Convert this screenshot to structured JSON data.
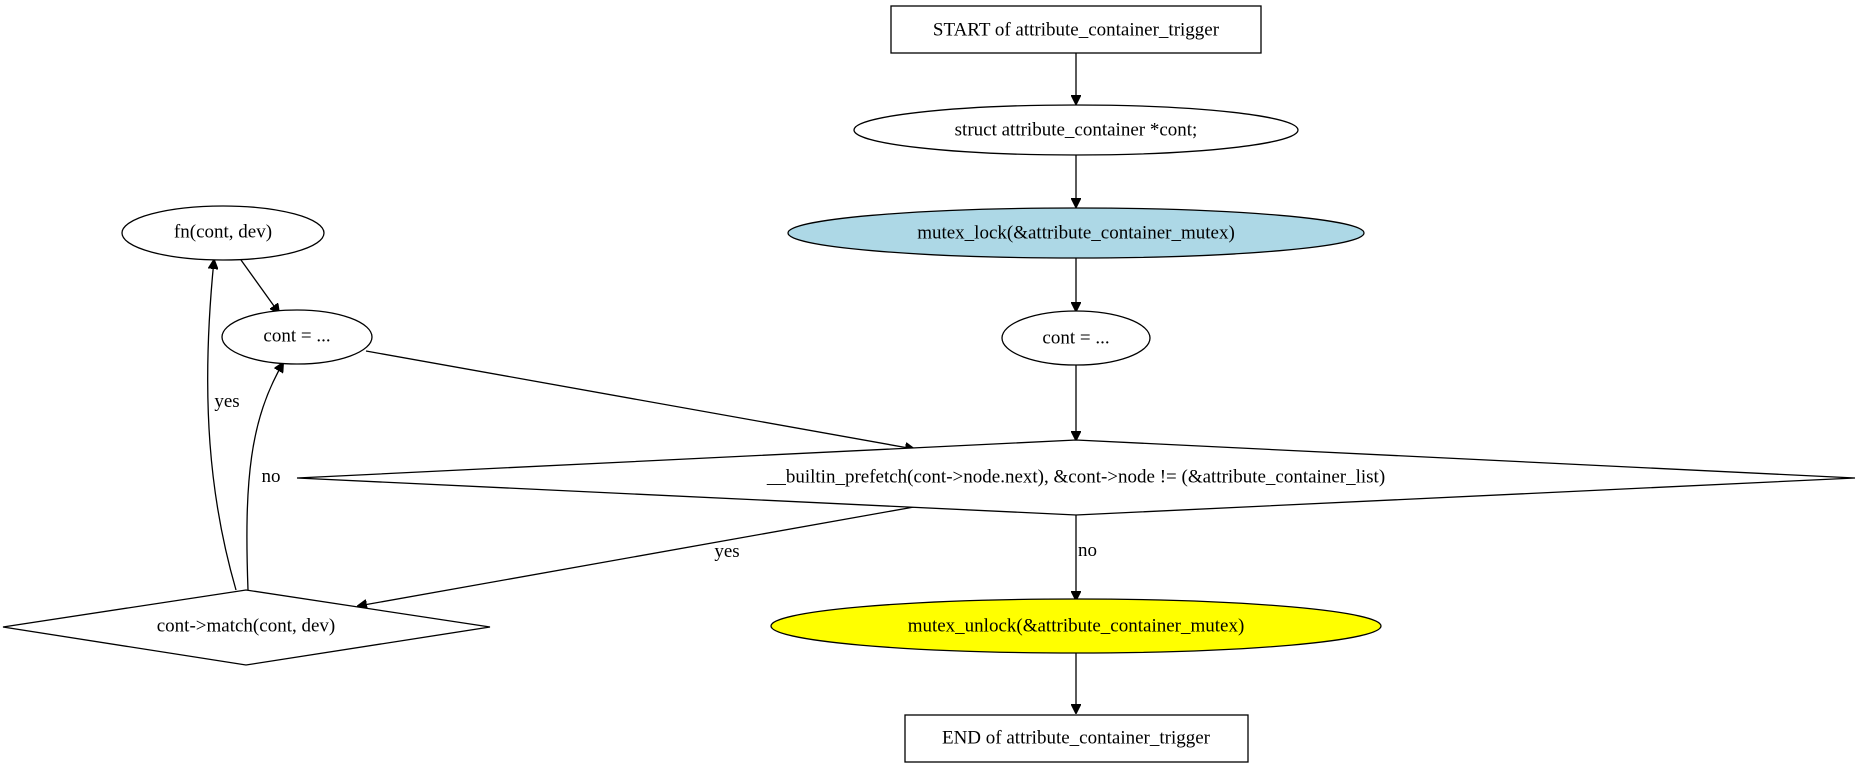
{
  "nodes": {
    "start": {
      "label": "START of attribute_container_trigger"
    },
    "decl": {
      "label": "struct attribute_container *cont;"
    },
    "lock": {
      "label": "mutex_lock(&attribute_container_mutex)",
      "fill": "#add8e6"
    },
    "init": {
      "label": "cont = ..."
    },
    "loop_cond": {
      "label": "__builtin_prefetch(cont->node.next), &cont->node != (&attribute_container_list)"
    },
    "unlock": {
      "label": "mutex_unlock(&attribute_container_mutex)",
      "fill": "#ffff00"
    },
    "end": {
      "label": "END of attribute_container_trigger"
    },
    "match": {
      "label": "cont->match(cont, dev)"
    },
    "call_fn": {
      "label": "fn(cont, dev)"
    },
    "step": {
      "label": "cont = ..."
    }
  },
  "edges": {
    "loop_yes": "yes",
    "loop_no": "no",
    "match_yes": "yes",
    "match_no": "no"
  }
}
